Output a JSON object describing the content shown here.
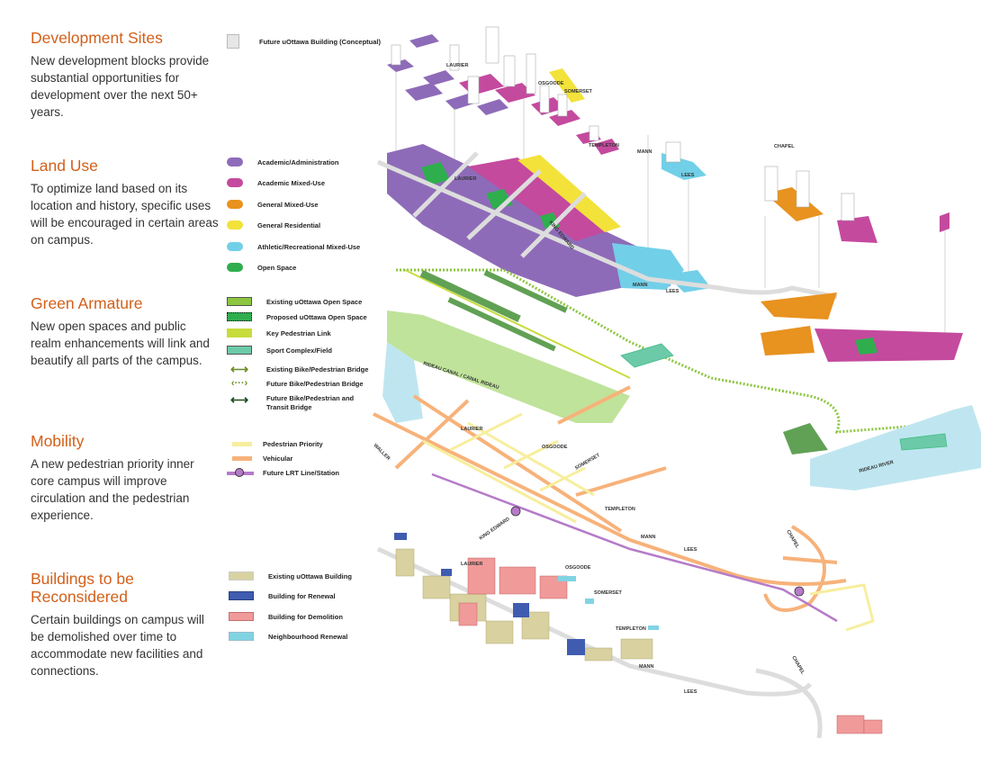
{
  "sections": [
    {
      "title": "Development Sites",
      "body": "New development blocks provide substantial opportunities for development over the next 50+ years."
    },
    {
      "title": "Land Use",
      "body": "To optimize land based on its location and history, specific uses will be encouraged in certain areas on campus."
    },
    {
      "title": "Green Armature",
      "body": "New open spaces and public realm enhancements will link and beautify all parts of the campus."
    },
    {
      "title": "Mobility",
      "body": "A new pedestrian priority inner core campus will improve circulation and the pedestrian experience."
    },
    {
      "title": "Buildings to be Reconsidered",
      "body": "Certain buildings on campus will be demolished over time to accommodate new facilities and connections."
    }
  ],
  "legends": {
    "development": [
      {
        "label": "Future uOttawa Building (Conceptual)",
        "color": "#e6e6e6"
      }
    ],
    "land_use": [
      {
        "label": "Academic/Administration",
        "color": "#8e6bb8"
      },
      {
        "label": "Academic Mixed-Use",
        "color": "#c44a9e"
      },
      {
        "label": "General Mixed-Use",
        "color": "#e8921f"
      },
      {
        "label": "General Residential",
        "color": "#f3e23a"
      },
      {
        "label": "Athletic/Recreational Mixed-Use",
        "color": "#72cfe8"
      },
      {
        "label": "Open Space",
        "color": "#2fae4e"
      }
    ],
    "green": [
      {
        "label": "Existing uOttawa Open Space",
        "color": "#8cc63f"
      },
      {
        "label": "Proposed uOttawa Open Space",
        "color": "#2fae4e"
      },
      {
        "label": "Key Pedestrian Link",
        "color": "#c8dc3c"
      },
      {
        "label": "Sport Complex/Field",
        "color": "#6ccaa8"
      },
      {
        "label": "Existing Bike/Pedestrian Bridge",
        "color": "#6b8e23"
      },
      {
        "label": "Future Bike/Pedestrian Bridge",
        "color": "#6b8e23"
      },
      {
        "label": "Future Bike/Pedestrian and Transit Bridge",
        "color": "#1d4d1d"
      }
    ],
    "mobility": [
      {
        "label": "Pedestrian Priority",
        "color": "#f7ee9e"
      },
      {
        "label": "Vehicular",
        "color": "#f7b27a"
      },
      {
        "label": "Future LRT Line/Station",
        "color": "#b57bc9"
      }
    ],
    "buildings": [
      {
        "label": "Existing uOttawa Building",
        "color": "#d9d2a0"
      },
      {
        "label": "Building for Renewal",
        "color": "#3f5cb0"
      },
      {
        "label": "Building for Demolition",
        "color": "#f19a9a"
      },
      {
        "label": "Neighbourhood Renewal",
        "color": "#80d4e2"
      }
    ]
  },
  "streets": {
    "laurier": "LAURIER",
    "osgoode": "OSGOODE",
    "somerset": "SOMERSET",
    "king_edward": "KING EDWARD",
    "templeton": "TEMPLETON",
    "mann": "MANN",
    "lees": "LEES",
    "chapel": "CHAPEL",
    "waller": "WALLER",
    "canal": "RIDEAU CANAL / CANAL RIDEAU",
    "river": "RIDEAU RIVER"
  }
}
